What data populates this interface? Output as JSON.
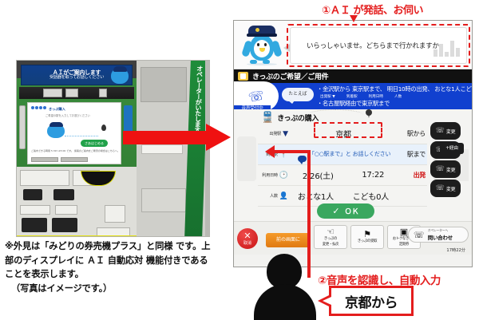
{
  "photo": {
    "banner_line1": "ＡＩがご案内します",
    "banner_line2": "受話器を取ってお話しください",
    "green_strip": "オペレーターがいたします",
    "screen_title": "きっぷ購入",
    "screen_sub": "ご希望の駅を入力してお選びください",
    "screen_green_button": "さあはじめる",
    "screen_footer": "ご案内できる時間 5:30〜23:00 です。\n係員のご案内をご希望の場合はこちらへ。",
    "screen_btn_left": "ご利用案内",
    "screen_btn_right": "操作のご説明"
  },
  "caption": {
    "line1": "※外見は「みどりの券売機プラス」と同様",
    "line2": "です。上部のディスプレイに ＡＩ 自動応対",
    "line3": "機能付きであることを表示します。",
    "line4": "（写真はイメージです。）"
  },
  "annotations": {
    "step1": "①ＡＩ が発話、お伺い",
    "step2": "②音声を認識し、自動入力",
    "speech_callout": "京都から"
  },
  "ui": {
    "bubble_text": "いらっしゃいませ。どちらまで行かれますか。",
    "titlebar": "きっぷのご希望／ご用件",
    "voice_badge": "音声受付中",
    "tatoeba": "たとえば",
    "example1": "・金沢駅から 東京駅まで、 明日10時の出発、 おとな1人こども1人",
    "example1_subs": [
      "出発駅 ▼",
      "到着駅 ",
      "利用日時 ",
      "人数 "
    ],
    "example2": "・名古屋駅経由で東京駅まで",
    "form_title": "きっぷの購入",
    "rows": [
      {
        "label": "出発駅",
        "icon": "▼",
        "value": "京都",
        "suffix": "駅から",
        "change": "変更"
      },
      {
        "label": "到着駅",
        "icon": "",
        "value": "「○○駅まで」と\nお話しください",
        "suffix": "駅まで",
        "change": "変更"
      },
      {
        "label": "利用日時",
        "icon": "",
        "value_date": "2/26(土)",
        "value_time": "17:22",
        "suffix": "出発",
        "change": "変更"
      },
      {
        "label": "人数",
        "icon": "",
        "value_adult": "おとな1人",
        "value_child": "こども0人",
        "suffix": "",
        "change": "変更"
      }
    ],
    "via_button": "+経由",
    "ok_button": "ＯＫ",
    "cancel_button": "取消",
    "orange_button": "前の画面に",
    "tools": [
      {
        "icon": "ticket-exchange-icon",
        "line1": "きっぷの",
        "line2": "変更・払戻"
      },
      {
        "icon": "ticket-receive-icon",
        "line1": "きっぷの受取",
        "line2": ""
      },
      {
        "icon": "commuter-pass-icon",
        "line1": "おトクなきっぷ",
        "line2": "定期券"
      }
    ],
    "inquiry_small": "オペレーターへ",
    "inquiry_label": "問い合わせ",
    "clock": "17時22分"
  },
  "colors": {
    "red": "#e41d1d",
    "blue": "#1140cf",
    "green": "#3aa75f",
    "dark": "#1d1d1d",
    "orange": "#e07a12"
  }
}
